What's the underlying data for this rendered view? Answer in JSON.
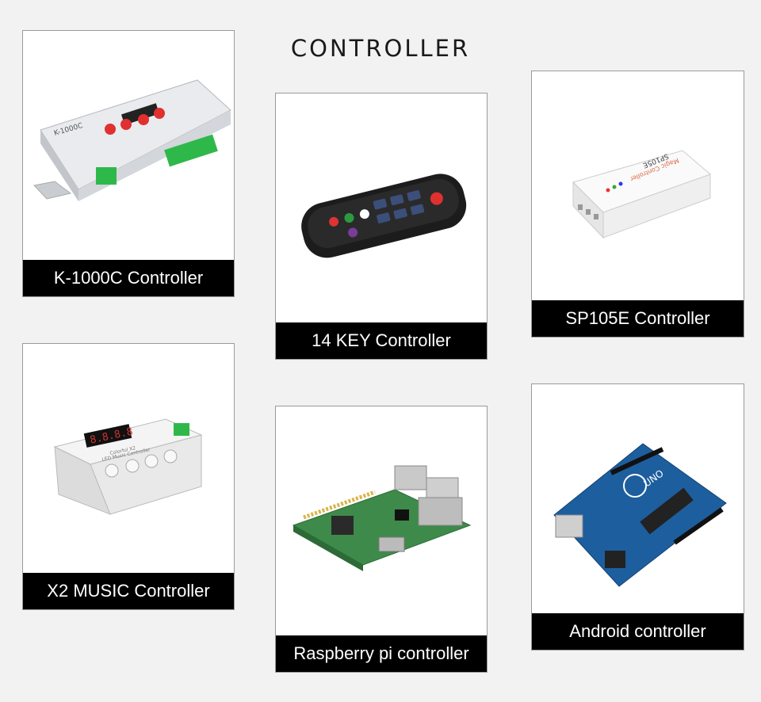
{
  "page": {
    "title": "CONTROLLER"
  },
  "products": [
    {
      "caption": "K-1000C Controller",
      "device_text": "K-1000C",
      "image_icon": "led-controller-box-icon"
    },
    {
      "caption": "14 KEY Controller",
      "image_icon": "rf-remote-icon"
    },
    {
      "caption": "SP105E Controller",
      "device_text": "SP105E",
      "device_subtext": "Magic Controller",
      "image_icon": "bluetooth-controller-icon"
    },
    {
      "caption": "X2 MUSIC Controller",
      "device_text": "Colorful X2",
      "device_subtext": "LED Music Controller",
      "display": "8.8.8.8",
      "image_icon": "music-controller-icon"
    },
    {
      "caption": "Raspberry pi controller",
      "image_icon": "raspberry-pi-board-icon"
    },
    {
      "caption": "Android controller",
      "device_text": "UNO",
      "image_icon": "arduino-board-icon"
    }
  ],
  "colors": {
    "background": "#f2f2f2",
    "caption_bg": "#000000",
    "caption_text": "#ffffff"
  }
}
